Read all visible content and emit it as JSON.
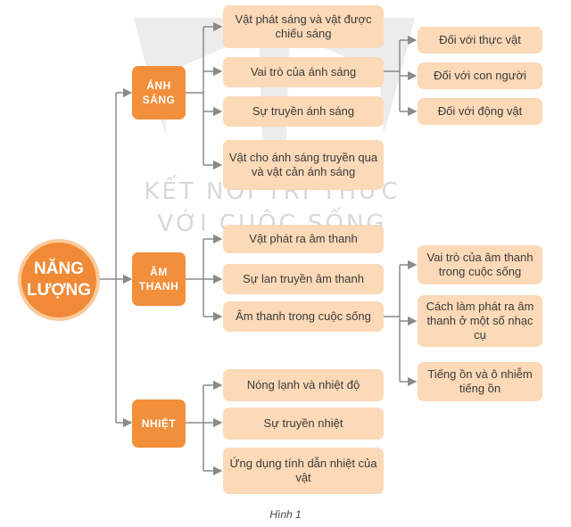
{
  "root": {
    "label": "NĂNG LƯỢNG"
  },
  "branches": [
    {
      "label": "ÁNH SÁNG",
      "items": [
        "Vật phát sáng và vật được chiếu sáng",
        "Vai trò của ánh sáng",
        "Sự truyền ánh sáng",
        "Vật cho ánh sáng truyền qua và vật cản ánh sáng"
      ],
      "sub_items": [
        "Đối với thực vật",
        "Đối với con người",
        "Đối với động vật"
      ]
    },
    {
      "label": "ÂM THANH",
      "items": [
        "Vật phát ra âm thanh",
        "Sự lan truyền âm thanh",
        "Âm thanh trong cuộc sống"
      ],
      "sub_items": [
        "Vai trò của âm thanh trong cuộc sống",
        "Cách làm phát ra âm thanh ở một số nhạc cụ",
        "Tiếng ồn và ô nhiễm tiếng ồn"
      ]
    },
    {
      "label": "NHIỆT",
      "items": [
        "Nóng lạnh và nhiệt độ",
        "Sự truyền nhiệt",
        "Ứng dụng tính dẫn nhiệt của vật"
      ]
    }
  ],
  "watermark": {
    "line1": "KẾT NỐI TRI THỨC",
    "line2": "VỚI CUỘC SỐNG"
  },
  "caption": "Hình 1",
  "colors": {
    "root": "#f08a36",
    "category": "#f28f3a",
    "leaf": "#fcd9b7",
    "line": "#8a8a8a"
  }
}
